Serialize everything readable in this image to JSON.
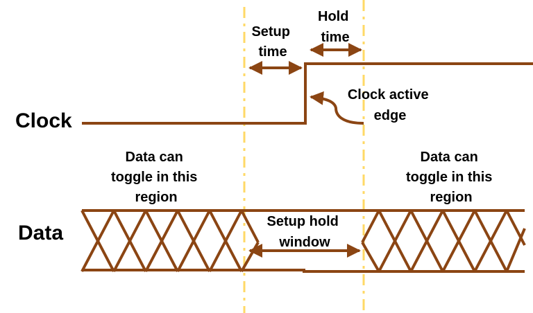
{
  "signals": {
    "clock_label": "Clock",
    "data_label": "Data"
  },
  "annotations": {
    "setup_time": [
      "Setup",
      "time"
    ],
    "hold_time": [
      "Hold",
      "time"
    ],
    "clock_edge": [
      "Clock active",
      "edge"
    ],
    "left_region": [
      "Data can",
      "toggle in this",
      "region"
    ],
    "right_region": [
      "Data can",
      "toggle in this",
      "region"
    ],
    "window": [
      "Setup hold",
      "window"
    ]
  },
  "colors": {
    "signal": "#8B4513",
    "guide": "#FFD966",
    "text": "#000000"
  }
}
